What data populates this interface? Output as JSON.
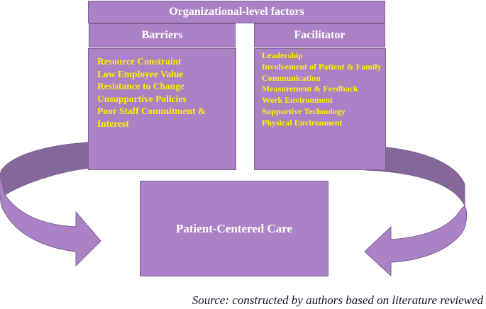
{
  "diagram": {
    "title": "Organizational-level factors",
    "barriers": {
      "header": "Barriers",
      "items": [
        "Resource Constraint",
        "Low Employee Value",
        "Resistance to Change",
        "Unsupportive Policies",
        "Poor Staff Commitment & Interest"
      ]
    },
    "facilitator": {
      "header": "Facilitator",
      "items": [
        "Leadership",
        "Involvement of Patient & Family",
        "Communication",
        "Measurement & Feedback",
        "Work Environment",
        "Supportive Technology",
        "Physical Environment"
      ]
    },
    "center": "Patient-Centered Care",
    "source": "Source: constructed by authors based on literature reviewed"
  },
  "colors": {
    "box_fill": "#ab82c5",
    "box_border": "#7d5f93",
    "arrow_back": "#86679a",
    "header_text": "#ffffff",
    "item_text": "#fdf200"
  }
}
